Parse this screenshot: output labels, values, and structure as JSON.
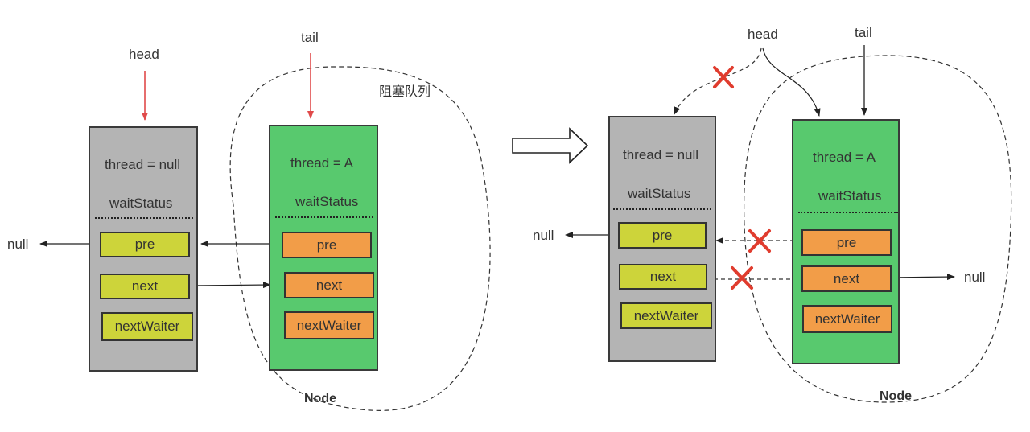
{
  "colors": {
    "sentinel_node": "#b4b4b4",
    "thread_node": "#58c96e",
    "sentinel_field": "#cdd43a",
    "thread_field": "#f29d48",
    "pointer_arrow": "#e04a4a",
    "cross_mark": "#e03c2e"
  },
  "left": {
    "head_label": "head",
    "tail_label": "tail",
    "queue_label": "阻塞队列",
    "node_label": "Node",
    "null_label": "null",
    "sentinel": {
      "thread": "thread = null",
      "wait_status": "waitStatus",
      "pre": "pre",
      "next": "next",
      "next_waiter": "nextWaiter"
    },
    "thread_node": {
      "thread": "thread = A",
      "wait_status": "waitStatus",
      "pre": "pre",
      "next": "next",
      "next_waiter": "nextWaiter"
    }
  },
  "right": {
    "head_label": "head",
    "tail_label": "tail",
    "node_label": "Node",
    "null_left_label": "null",
    "null_right_label": "null",
    "sentinel": {
      "thread": "thread = null",
      "wait_status": "waitStatus",
      "pre": "pre",
      "next": "next",
      "next_waiter": "nextWaiter"
    },
    "thread_node": {
      "thread": "thread = A",
      "wait_status": "waitStatus",
      "pre": "pre",
      "next": "next",
      "next_waiter": "nextWaiter"
    }
  }
}
